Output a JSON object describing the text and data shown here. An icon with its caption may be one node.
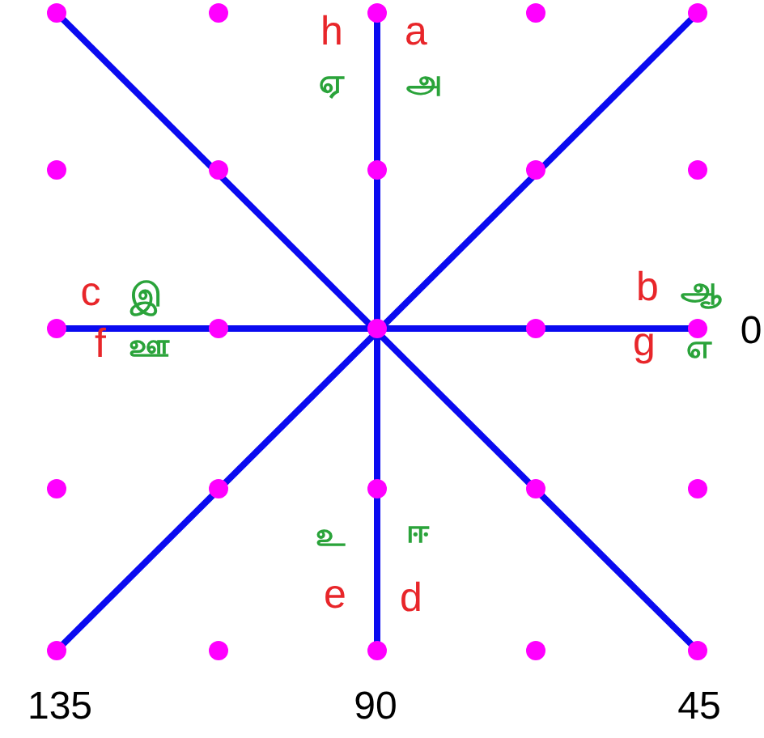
{
  "diagram": {
    "labels": [
      "h",
      "a",
      "ஏ",
      "அ",
      "c",
      "இ",
      "b",
      "ஆ",
      "f",
      "ஊ",
      "g",
      "எ",
      "0",
      "உ",
      "ஈ",
      "e",
      "d",
      "135",
      "90",
      "45"
    ]
  }
}
